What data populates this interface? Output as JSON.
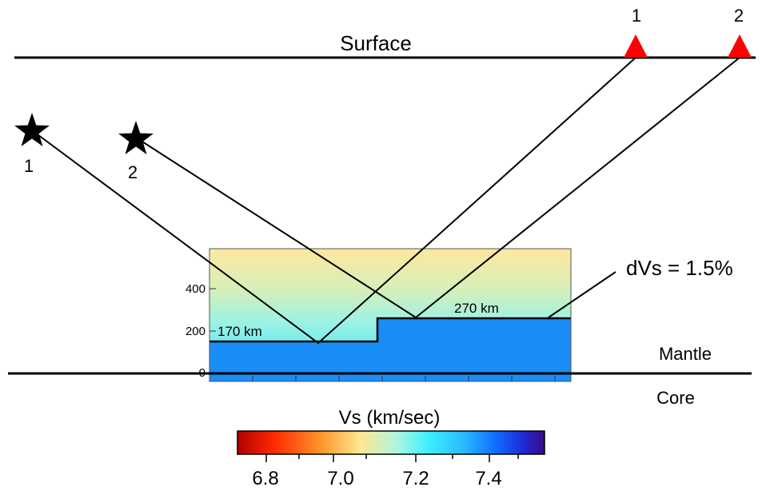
{
  "labels": {
    "surface": "Surface",
    "mantle": "Mantle",
    "core": "Core",
    "dvs": "dVs = 1.5%",
    "depth_170": "170 km",
    "depth_270": "270 km"
  },
  "sources": [
    {
      "label": "1",
      "symbol": "star-icon"
    },
    {
      "label": "2",
      "symbol": "star-icon"
    }
  ],
  "stations": [
    {
      "label": "1",
      "symbol": "triangle-icon",
      "color": "#ff0000"
    },
    {
      "label": "2",
      "symbol": "triangle-icon",
      "color": "#ff0000"
    }
  ],
  "depth_axis": {
    "ticks": [
      "0",
      "200",
      "400"
    ]
  },
  "colorbar": {
    "title": "Vs (km/sec)",
    "ticks": [
      "6.8",
      "7.0",
      "7.2",
      "7.4"
    ],
    "colors": [
      "#b00000",
      "#ff2a00",
      "#ff9a30",
      "#ffe890",
      "#aef5e0",
      "#3ff0ff",
      "#28b8ff",
      "#0f6eff",
      "#1f2ad4",
      "#3d0a86"
    ]
  },
  "panel_colors": {
    "top": "#ffe7a0",
    "mid": "#b6f2d8",
    "low": "#3ae8fb",
    "anomaly": "#1a8cf5"
  }
}
